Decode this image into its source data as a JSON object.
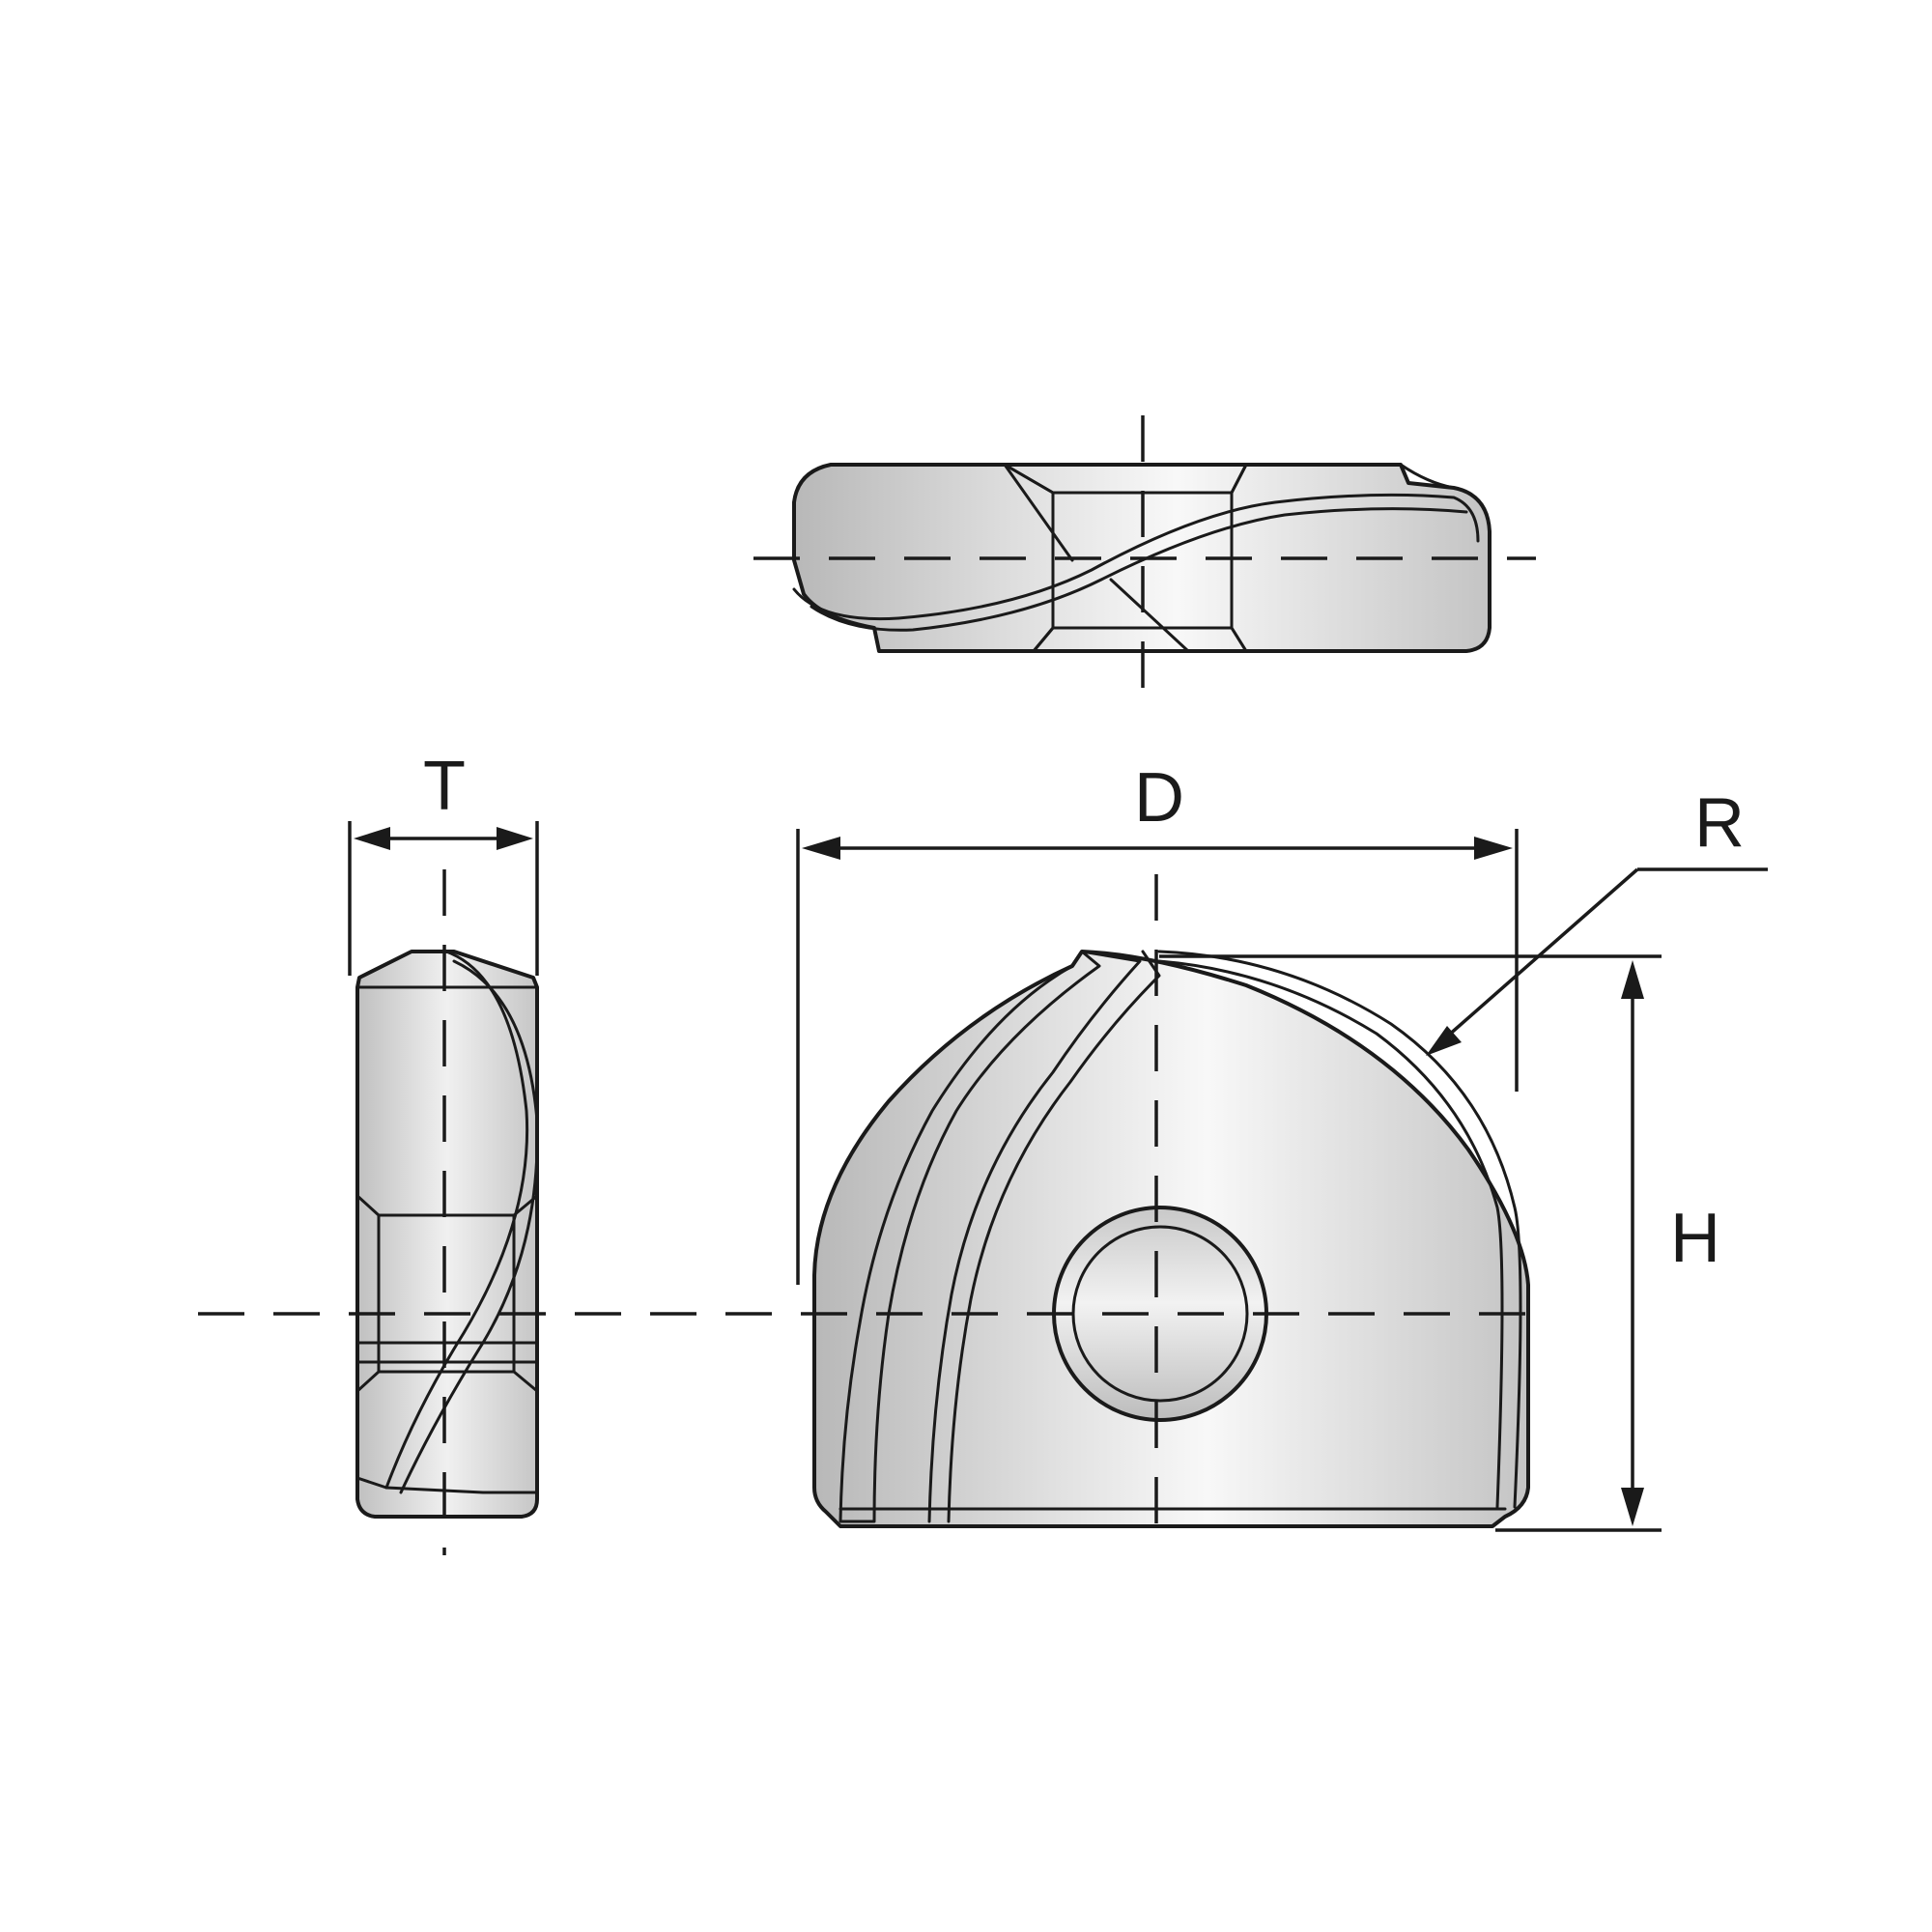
{
  "dimensions": {
    "thickness_label": "T",
    "diameter_label": "D",
    "radius_label": "R",
    "height_label": "H"
  },
  "colors": {
    "line": "#1a1a1a",
    "body_light": "#f4f4f4",
    "body_shade": "#bdbdbd",
    "background": "#ffffff"
  }
}
